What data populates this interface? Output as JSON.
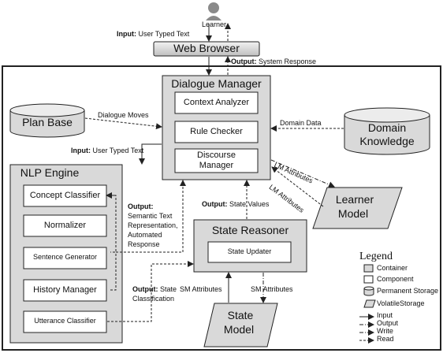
{
  "actors": {
    "learner": "Learner"
  },
  "containers": {
    "web_browser": "Web Browser",
    "dialogue_manager": "Dialogue Manager",
    "nlp_engine": "NLP Engine",
    "state_reasoner": "State Reasoner"
  },
  "components": {
    "context_analyzer": "Context Analyzer",
    "rule_checker": "Rule Checker",
    "discourse_manager_line1": "Discourse",
    "discourse_manager_line2": "Manager",
    "concept_classifier": "Concept Classifier",
    "normalizer": "Normalizer",
    "sentence_generator": "Sentence Generator",
    "history_manager": "History Manager",
    "utterance_classifier": "Utterance Classifier",
    "state_updater": "State Updater"
  },
  "storage": {
    "plan_base": "Plan Base",
    "domain_knowledge_line1": "Domain",
    "domain_knowledge_line2": "Knowledge",
    "learner_model_line1": "Learner",
    "learner_model_line2": "Model",
    "state_model_line1": "State",
    "state_model_line2": "Model"
  },
  "labels": {
    "input_prefix": "Input:",
    "input_text": "User Typed Text",
    "output_prefix": "Output:",
    "system_response": "System Response",
    "dialogue_moves": "Dialogue Moves",
    "domain_data": "Domain Data",
    "lm_attributes": "LM Attributes",
    "state_values": "State Values",
    "nlp_output_lines": [
      "Semantic Text",
      "Representation,",
      "Automated",
      "Response"
    ],
    "state_classification_line1": "State",
    "state_classification_line2": "Classification",
    "sm_attributes": "SM Attributes"
  },
  "legend": {
    "title": "Legend",
    "items": [
      "Container",
      "Component",
      "Permanent Storage",
      "VolatileStorage"
    ],
    "arrows": [
      "Input",
      "Output",
      "Write",
      "Read"
    ]
  },
  "colors": {
    "container_fill": "#d9d9d9",
    "component_fill": "#ffffff",
    "storage_fill": "#d9d9d9",
    "border": "#222222"
  }
}
